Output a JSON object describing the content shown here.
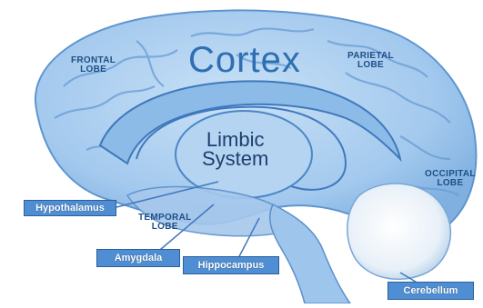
{
  "labels": {
    "cortex": "Cortex",
    "limbic_line1": "Limbic",
    "limbic_line2": "System",
    "frontal_line1": "FRONTAL",
    "frontal_line2": "LOBE",
    "parietal_line1": "PARIETAL",
    "parietal_line2": "LOBE",
    "occipital_line1": "OCCIPITAL",
    "occipital_line2": "LOBE",
    "temporal_line1": "TEMPORAL",
    "temporal_line2": "LOBE",
    "hypothalamus": "Hypothalamus",
    "amygdala": "Amygdala",
    "hippocampus": "Hippocampus",
    "cerebellum": "Cerebellum"
  },
  "colors": {
    "brain_fill": "#a9cdef",
    "brain_shade": "#7fb0e0",
    "label_box": "#4f8ed3",
    "cortex_text": "#2e6fb3",
    "cerebellum_fill": "#f4f7fb"
  }
}
